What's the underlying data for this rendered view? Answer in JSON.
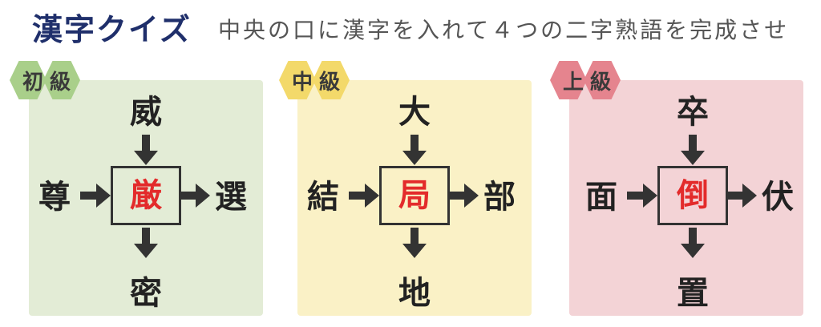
{
  "header": {
    "title": "漢字クイズ",
    "subtitle": "中央の口に漢字を入れて４つの二字熟語を完成させ"
  },
  "levels": [
    {
      "label": "初級",
      "top": "威",
      "left": "尊",
      "right": "選",
      "bottom": "密",
      "answer": "厳",
      "panel_color": "#e3ecd6",
      "hex_color": "#a9cf8a"
    },
    {
      "label": "中級",
      "top": "大",
      "left": "結",
      "right": "部",
      "bottom": "地",
      "answer": "局",
      "panel_color": "#faf1c6",
      "hex_color": "#f3d96a"
    },
    {
      "label": "上級",
      "top": "卒",
      "left": "面",
      "right": "伏",
      "bottom": "置",
      "answer": "倒",
      "panel_color": "#f3d3d6",
      "hex_color": "#e5848e"
    }
  ],
  "colors": {
    "title": "#1f2f6b",
    "answer": "#e32b2b",
    "arrow": "#333333"
  }
}
